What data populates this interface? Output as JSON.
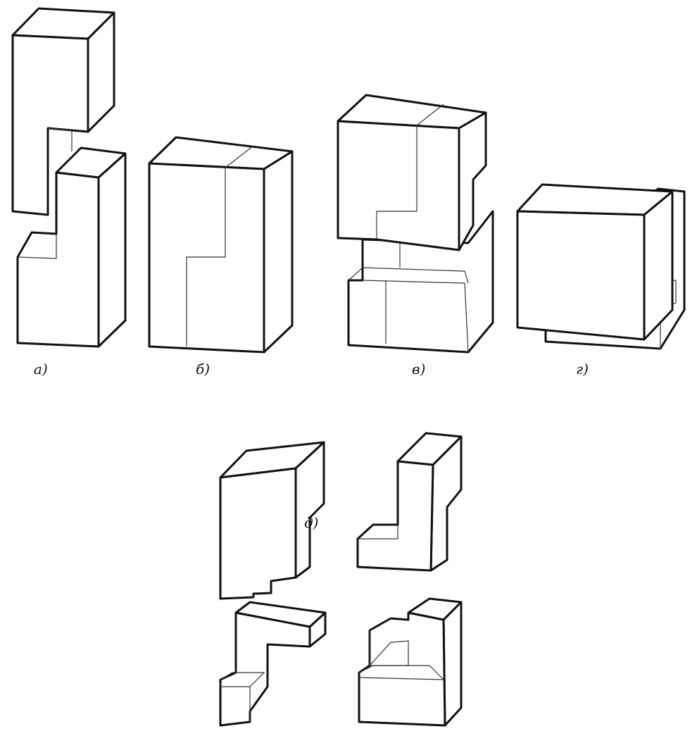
{
  "figure": {
    "labels": {
      "a": "а)",
      "b": "б)",
      "v": "в)",
      "g": "г)",
      "d": "д)"
    }
  }
}
